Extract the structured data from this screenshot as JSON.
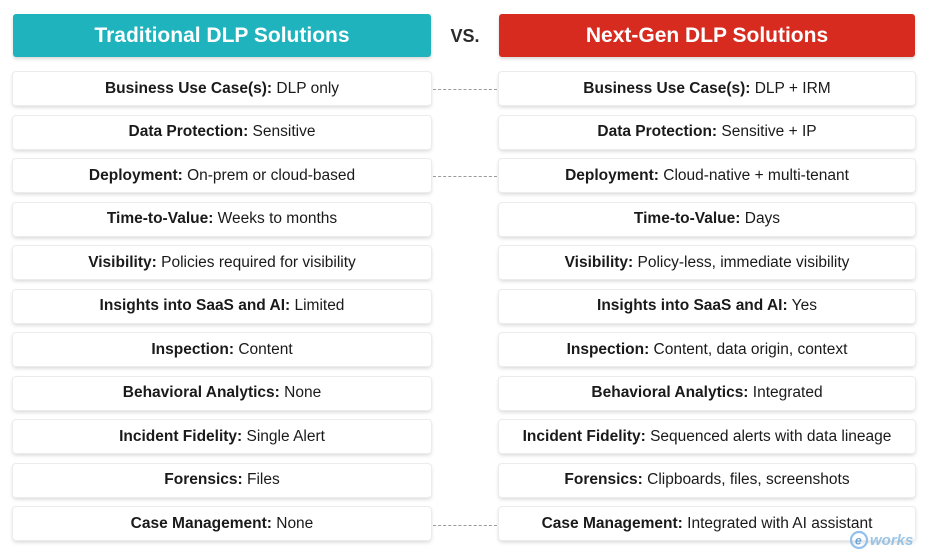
{
  "colors": {
    "traditional": "#1fb3bd",
    "nextgen": "#d82b20"
  },
  "header": {
    "traditional_title": "Traditional DLP Solutions",
    "vs_label": "VS.",
    "nextgen_title": "Next-Gen DLP Solutions"
  },
  "traditional": [
    {
      "key": "Business Use Case(s):",
      "value": " DLP only"
    },
    {
      "key": "Data Protection:",
      "value": " Sensitive"
    },
    {
      "key": "Deployment:",
      "value": " On-prem or cloud-based"
    },
    {
      "key": "Time-to-Value:",
      "value": " Weeks to months"
    },
    {
      "key": "Visibility:",
      "value": " Policies required for visibility"
    },
    {
      "key": "Insights into SaaS and AI:",
      "value": " Limited"
    },
    {
      "key": "Inspection:",
      "value": " Content"
    },
    {
      "key": "Behavioral Analytics:",
      "value": " None"
    },
    {
      "key": "Incident Fidelity:",
      "value": " Single Alert"
    },
    {
      "key": "Forensics:",
      "value": " Files"
    },
    {
      "key": "Case Management:",
      "value": " None"
    }
  ],
  "nextgen": [
    {
      "key": "Business Use Case(s):",
      "value": " DLP + IRM"
    },
    {
      "key": "Data Protection:",
      "value": " Sensitive + IP"
    },
    {
      "key": "Deployment:",
      "value": " Cloud-native + multi-tenant"
    },
    {
      "key": "Time-to-Value:",
      "value": " Days"
    },
    {
      "key": "Visibility:",
      "value": " Policy-less, immediate visibility"
    },
    {
      "key": "Insights into SaaS and AI:",
      "value": " Yes"
    },
    {
      "key": "Inspection:",
      "value": " Content, data origin, context"
    },
    {
      "key": "Behavioral Analytics:",
      "value": " Integrated"
    },
    {
      "key": "Incident Fidelity:",
      "value": " Sequenced alerts with data lineage"
    },
    {
      "key": "Forensics:",
      "value": " Clipboards, files, screenshots"
    },
    {
      "key": "Case Management:",
      "value": " Integrated with AI assistant"
    }
  ],
  "watermark": {
    "icon": "e-works-logo",
    "text": "e works"
  }
}
